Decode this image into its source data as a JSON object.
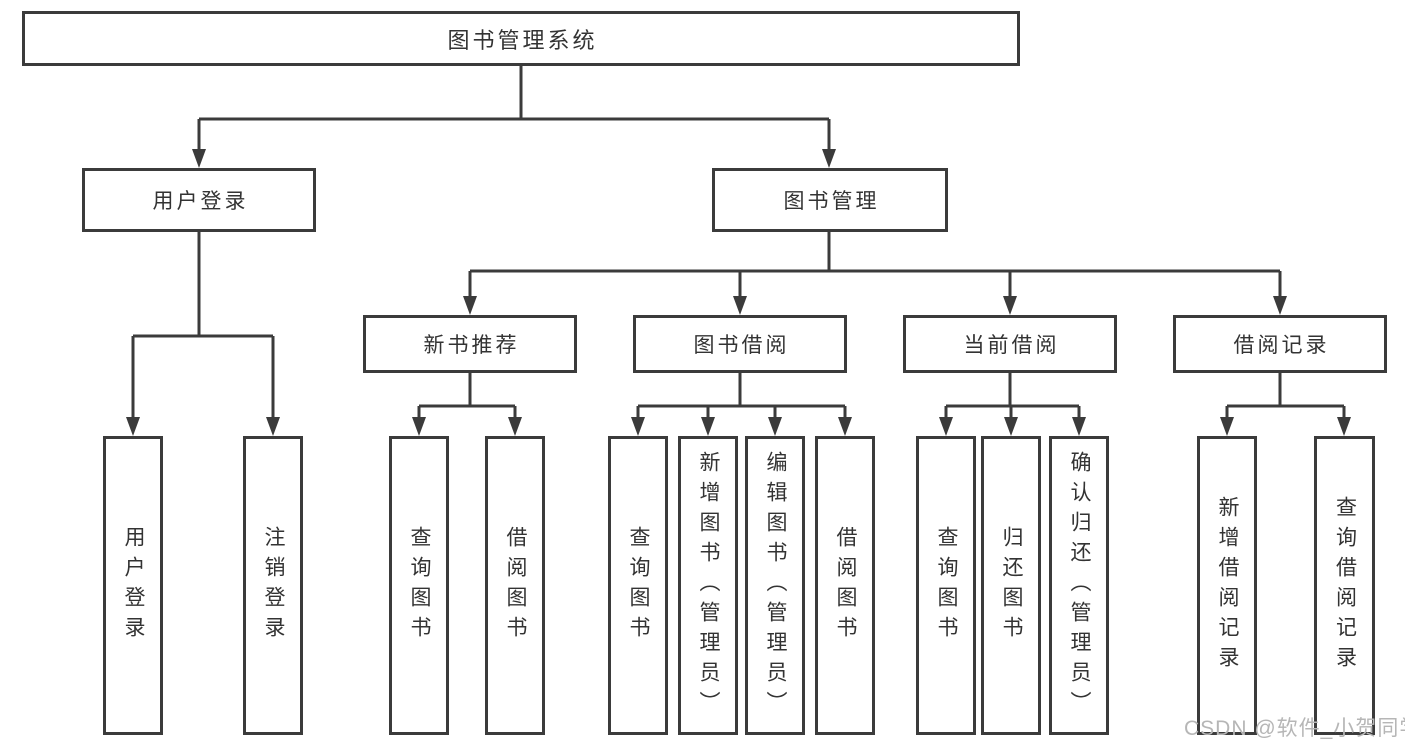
{
  "diagram": {
    "title": "图书管理系统",
    "branches": [
      {
        "label": "用户登录",
        "children": [
          "用户登录",
          "注销登录"
        ]
      },
      {
        "label": "图书管理",
        "sections": [
          {
            "label": "新书推荐",
            "children": [
              "查询图书",
              "借阅图书"
            ]
          },
          {
            "label": "图书借阅",
            "children": [
              "查询图书",
              "新增图书（管理员）",
              "编辑图书（管理员）",
              "借阅图书"
            ]
          },
          {
            "label": "当前借阅",
            "children": [
              "查询图书",
              "归还图书",
              "确认归还（管理员）"
            ]
          },
          {
            "label": "借阅记录",
            "children": [
              "新增借阅记录",
              "查询借阅记录"
            ]
          }
        ]
      }
    ]
  },
  "watermark": "CSDN @软件_小贺同学",
  "colors": {
    "line": "#3b3b3b",
    "text": "#333333",
    "background": "#ffffff",
    "watermark": "#b6b6b6"
  }
}
